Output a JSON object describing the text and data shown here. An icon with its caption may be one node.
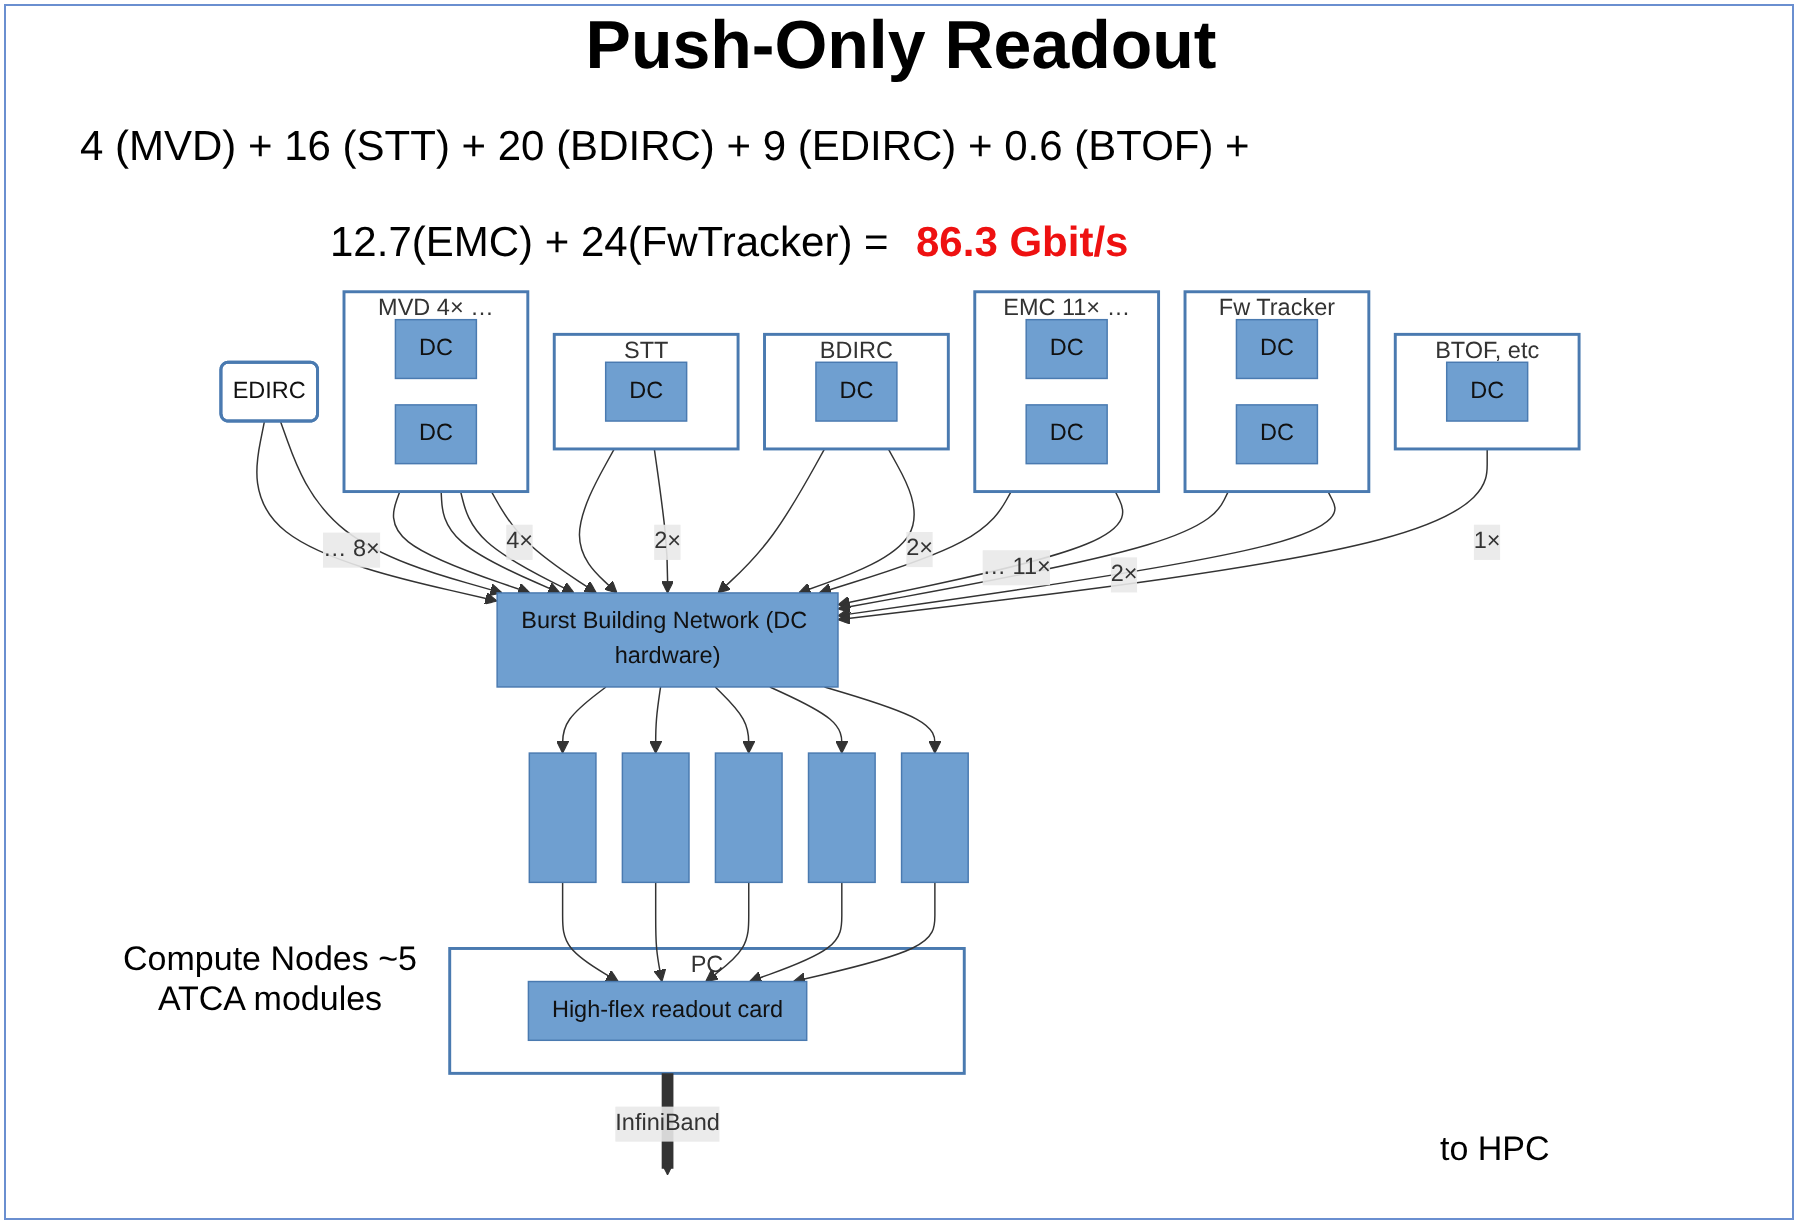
{
  "diagram": {
    "title": "Push-Only Readout",
    "nodes": [
      {
        "text": [
          "MVD",
          "4× …"
        ]
      },
      {
        "text": [
          "DC"
        ],
        "in": 0
      },
      {
        "text": [
          "DC"
        ],
        "in": 0
      },
      {
        "text": [
          "STT"
        ]
      },
      {
        "text": [
          "DC"
        ],
        "in": 3
      },
      {
        "text": [
          "BDIRC"
        ]
      },
      {
        "text": [
          "DC"
        ],
        "in": 5
      },
      {
        "text": [
          "EDIRC"
        ]
      },
      {
        "text": [
          "EMC",
          "11× …"
        ]
      },
      {
        "text": [
          "DC"
        ],
        "in": 8
      },
      {
        "text": [
          "DC"
        ],
        "in": 8
      },
      {
        "text": [
          "Fw Tracker"
        ]
      },
      {
        "text": [
          "DC"
        ],
        "in": 11
      },
      {
        "text": [
          "DC"
        ],
        "in": 11
      },
      {
        "text": [
          "BTOF, etc"
        ]
      },
      {
        "text": [
          "DC"
        ],
        "in": 14
      },
      {
        "text": [
          "Burst Building Network (DC hardware)"
        ]
      },
      {
        "text": [],
        "shape": "bar"
      },
      {
        "text": [],
        "shape": "bar"
      },
      {
        "text": [],
        "shape": "bar"
      },
      {
        "text": [],
        "shape": "bar"
      },
      {
        "text": [],
        "shape": "bar"
      },
      {
        "text": [
          "PC"
        ]
      },
      {
        "text": [
          "High-flex readout card"
        ],
        "in": 22
      }
    ],
    "edges": [
      {
        "from": 0,
        "to": 16,
        "arrow": "to"
      },
      {
        "from": 0,
        "to": 16,
        "arrow": "to"
      },
      {
        "from": 0,
        "to": 16,
        "arrow": "to"
      },
      {
        "from": 0,
        "to": 16,
        "arrow": "to",
        "label": "4×"
      },
      {
        "from": 3,
        "to": 16,
        "arrow": "to"
      },
      {
        "from": 3,
        "to": 16,
        "arrow": "to",
        "label": "2×"
      },
      {
        "from": 5,
        "to": 16,
        "arrow": "to"
      },
      {
        "from": 5,
        "to": 16,
        "arrow": "to",
        "label": "2×"
      },
      {
        "from": 7,
        "to": 16,
        "arrow": "to"
      },
      {
        "from": 7,
        "to": 16,
        "arrow": "to",
        "label": "… 8×"
      },
      {
        "from": 8,
        "to": 16,
        "arrow": "to"
      },
      {
        "from": 8,
        "to": 16,
        "arrow": "to",
        "label": "… 11×"
      },
      {
        "from": 11,
        "to": 16,
        "arrow": "to"
      },
      {
        "from": 11,
        "to": 16,
        "arrow": "to",
        "label": "2×"
      },
      {
        "from": 14,
        "to": 16,
        "arrow": "to",
        "label": "1×"
      },
      {
        "from": 16,
        "to": 17,
        "arrow": "to"
      },
      {
        "from": 16,
        "to": 18,
        "arrow": "to"
      },
      {
        "from": 16,
        "to": 19,
        "arrow": "to"
      },
      {
        "from": 16,
        "to": 20,
        "arrow": "to"
      },
      {
        "from": 16,
        "to": 21,
        "arrow": "to"
      },
      {
        "from": 17,
        "to": 23,
        "arrow": "to"
      },
      {
        "from": 18,
        "to": 23,
        "arrow": "to"
      },
      {
        "from": 19,
        "to": 23,
        "arrow": "to"
      },
      {
        "from": 20,
        "to": 23,
        "arrow": "to"
      },
      {
        "from": 21,
        "to": 23,
        "arrow": "to"
      },
      {
        "from": 22,
        "to": null,
        "arrow": "to",
        "style": "thick",
        "label": "InfiniBand"
      }
    ],
    "labels": [
      "4 (MVD) + 16 (STT) + 20 (BDIRC) + 9 (EDIRC) + 0.6 (BTOF) +",
      "12.7(EMC) + 24(FwTracker) =",
      "86.3 Gbit/s",
      "Compute Nodes ~5 ATCA modules",
      "to HPC"
    ]
  }
}
